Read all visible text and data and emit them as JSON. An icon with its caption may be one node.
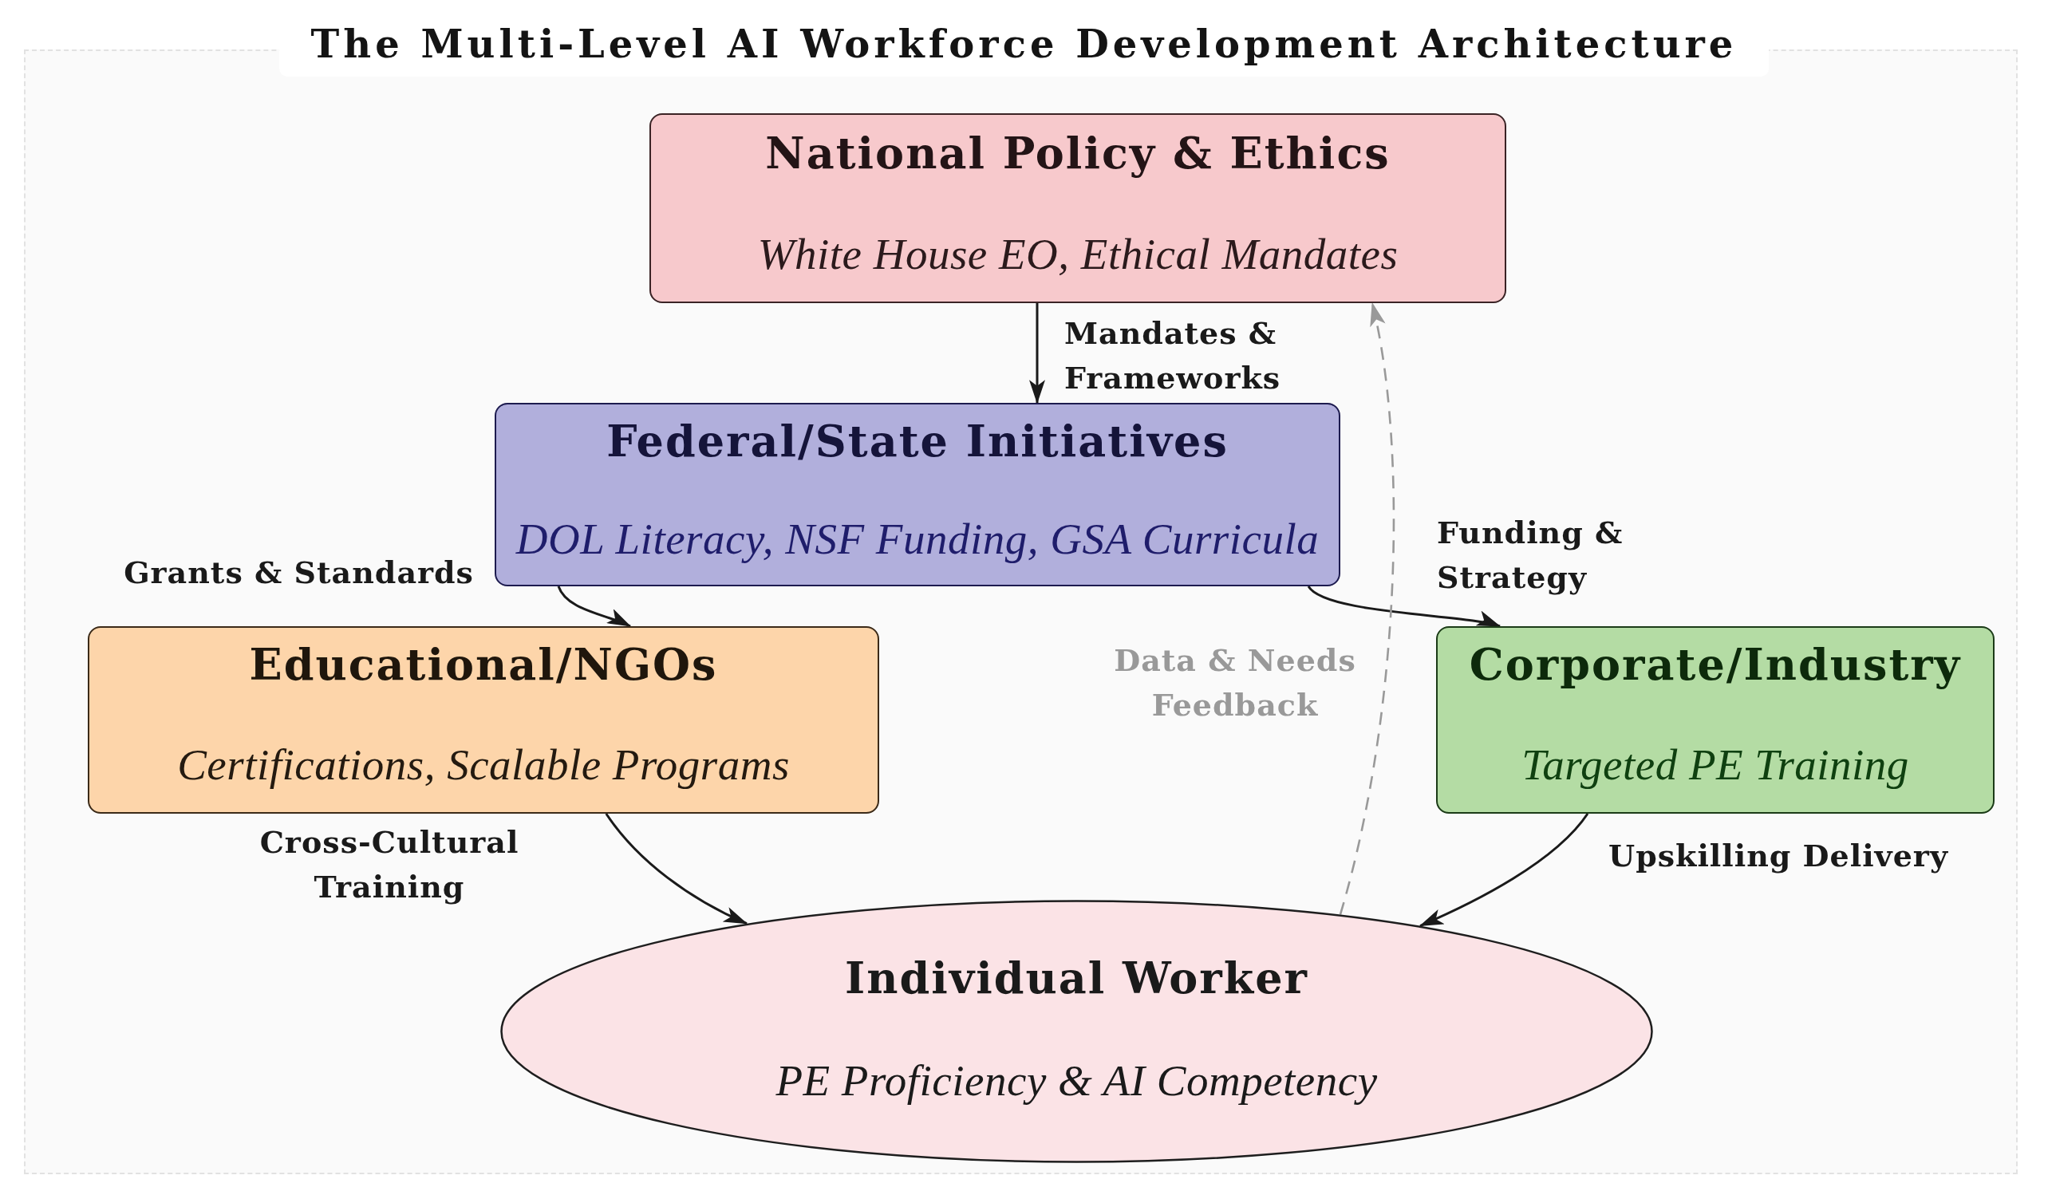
{
  "diagram": {
    "title": "The Multi-Level AI Workforce Development Architecture",
    "nodes": [
      {
        "text": [
          "National Policy & Ethics",
          "White House EO, Ethical Mandates"
        ]
      },
      {
        "text": [
          "Federal/State Initiatives",
          "DOL Literacy, NSF Funding, GSA Curricula"
        ]
      },
      {
        "text": [
          "Educational/NGOs",
          "Certifications, Scalable Programs"
        ]
      },
      {
        "text": [
          "Corporate/Industry",
          "Targeted PE Training"
        ]
      },
      {
        "text": [
          "Individual Worker",
          "PE Proficiency & AI Competency"
        ]
      }
    ],
    "edges": [
      {
        "from": 0,
        "to": 1,
        "arrow": "to",
        "label": "Mandates & Frameworks"
      },
      {
        "from": 1,
        "to": 2,
        "arrow": "to",
        "label": "Grants & Standards"
      },
      {
        "from": 1,
        "to": 3,
        "arrow": "to",
        "label": "Funding & Strategy"
      },
      {
        "from": 2,
        "to": 4,
        "arrow": "to",
        "label": "Cross-Cultural Training"
      },
      {
        "from": 3,
        "to": 4,
        "arrow": "to",
        "label": "Upskilling Delivery"
      },
      {
        "from": 4,
        "to": 0,
        "arrow": "to",
        "label": "Data & Needs Feedback",
        "style": "dashed",
        "color": "#999999"
      }
    ]
  }
}
